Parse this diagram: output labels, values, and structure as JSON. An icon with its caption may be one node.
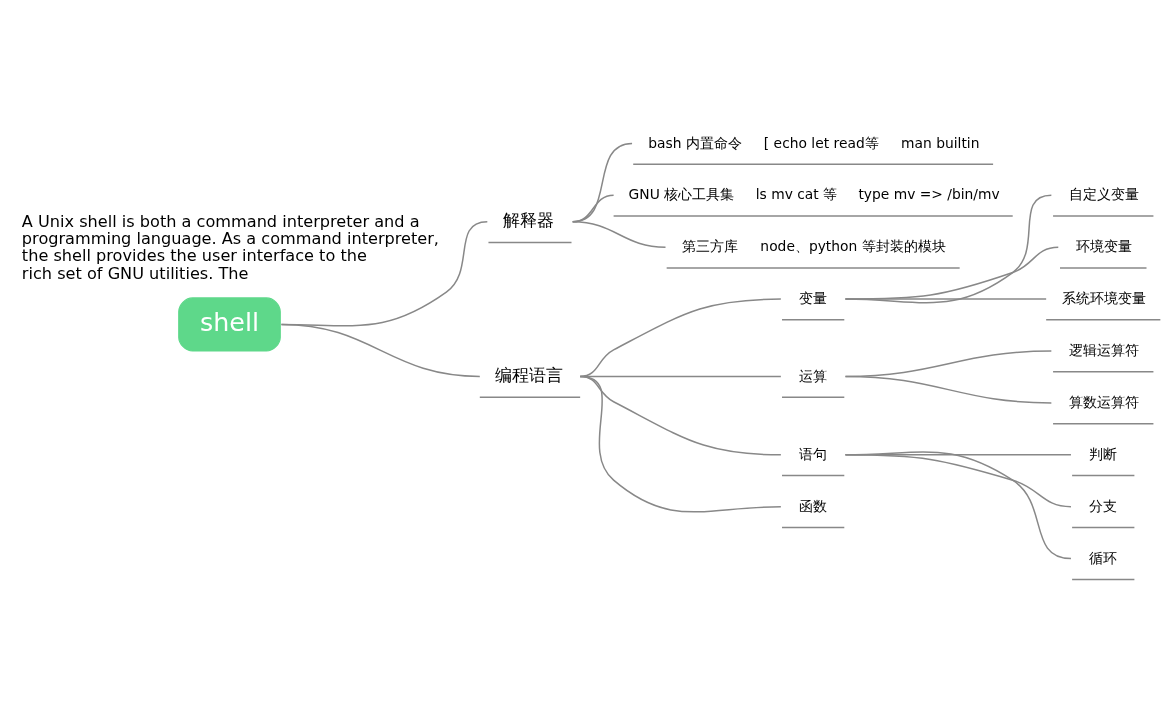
{
  "diagram": {
    "nodes": [
      {
        "text": [
          "shell"
        ]
      },
      {
        "text": [
          "解释器"
        ]
      },
      {
        "text": [
          "编程语言"
        ]
      },
      {
        "text": [
          "bash 内置命令",
          "[ echo let read等",
          "man builtin"
        ]
      },
      {
        "text": [
          "GNU 核心工具集",
          "ls mv cat 等",
          "type mv => /bin/mv"
        ]
      },
      {
        "text": [
          "第三方库",
          "node、python 等封装的模块"
        ]
      },
      {
        "text": [
          "变量"
        ]
      },
      {
        "text": [
          "运算"
        ]
      },
      {
        "text": [
          "语句"
        ]
      },
      {
        "text": [
          "函数"
        ]
      },
      {
        "text": [
          "自定义变量"
        ]
      },
      {
        "text": [
          "环境变量"
        ]
      },
      {
        "text": [
          "系统环境变量"
        ]
      },
      {
        "text": [
          "逻辑运算符"
        ]
      },
      {
        "text": [
          "算数运算符"
        ]
      },
      {
        "text": [
          "判断"
        ]
      },
      {
        "text": [
          "分支"
        ]
      },
      {
        "text": [
          "循环"
        ]
      }
    ],
    "edges": [
      {
        "from": 0,
        "to": 1,
        "arrow": "none"
      },
      {
        "from": 0,
        "to": 2,
        "arrow": "none"
      },
      {
        "from": 1,
        "to": 3,
        "arrow": "none"
      },
      {
        "from": 1,
        "to": 4,
        "arrow": "none"
      },
      {
        "from": 1,
        "to": 5,
        "arrow": "none"
      },
      {
        "from": 2,
        "to": 6,
        "arrow": "none"
      },
      {
        "from": 2,
        "to": 7,
        "arrow": "none"
      },
      {
        "from": 2,
        "to": 8,
        "arrow": "none"
      },
      {
        "from": 2,
        "to": 9,
        "arrow": "none"
      },
      {
        "from": 6,
        "to": 10,
        "arrow": "none"
      },
      {
        "from": 6,
        "to": 11,
        "arrow": "none"
      },
      {
        "from": 6,
        "to": 12,
        "arrow": "none"
      },
      {
        "from": 7,
        "to": 13,
        "arrow": "none"
      },
      {
        "from": 7,
        "to": 14,
        "arrow": "none"
      },
      {
        "from": 8,
        "to": 15,
        "arrow": "none"
      },
      {
        "from": 8,
        "to": 16,
        "arrow": "none"
      },
      {
        "from": 8,
        "to": 17,
        "arrow": "none"
      }
    ],
    "labels": [
      "A Unix shell is both a command interpreter and a programming language. As a command interpreter, the shell provides the user interface to the rich set of GNU utilities. The"
    ]
  }
}
